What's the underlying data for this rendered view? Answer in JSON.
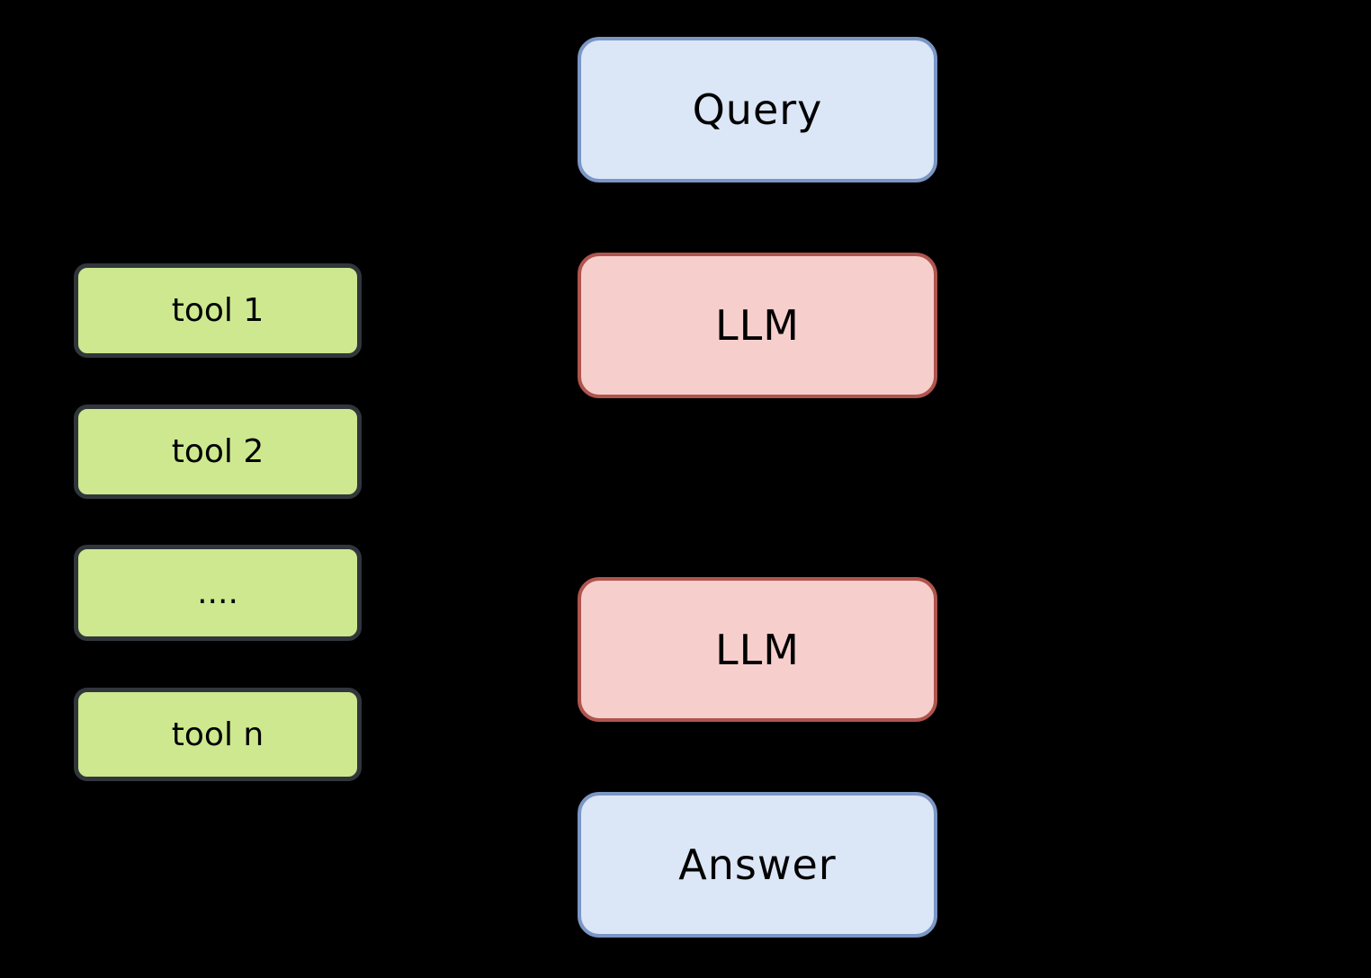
{
  "diagram": {
    "description_visible_nodes_only": "tool list feeding an LLM pipeline",
    "flow": {
      "nodes": [
        {
          "id": "query",
          "label": "Query",
          "kind": "io"
        },
        {
          "id": "llm-1",
          "label": "LLM",
          "kind": "llm"
        },
        {
          "id": "llm-2",
          "label": "LLM",
          "kind": "llm"
        },
        {
          "id": "answer",
          "label": "Answer",
          "kind": "io"
        }
      ]
    },
    "tools": {
      "items": [
        {
          "label": "tool 1"
        },
        {
          "label": "tool 2"
        },
        {
          "label": "...."
        },
        {
          "label": "tool n"
        }
      ]
    }
  },
  "colors": {
    "background": "#000000",
    "io-fill": "#dbe6f6",
    "io-border": "#7b96c5",
    "llm-fill": "#f6cfcc",
    "llm-border": "#b0544e",
    "tool-fill": "#cde88f",
    "tool-border": "#31363b",
    "text": "#000000"
  }
}
